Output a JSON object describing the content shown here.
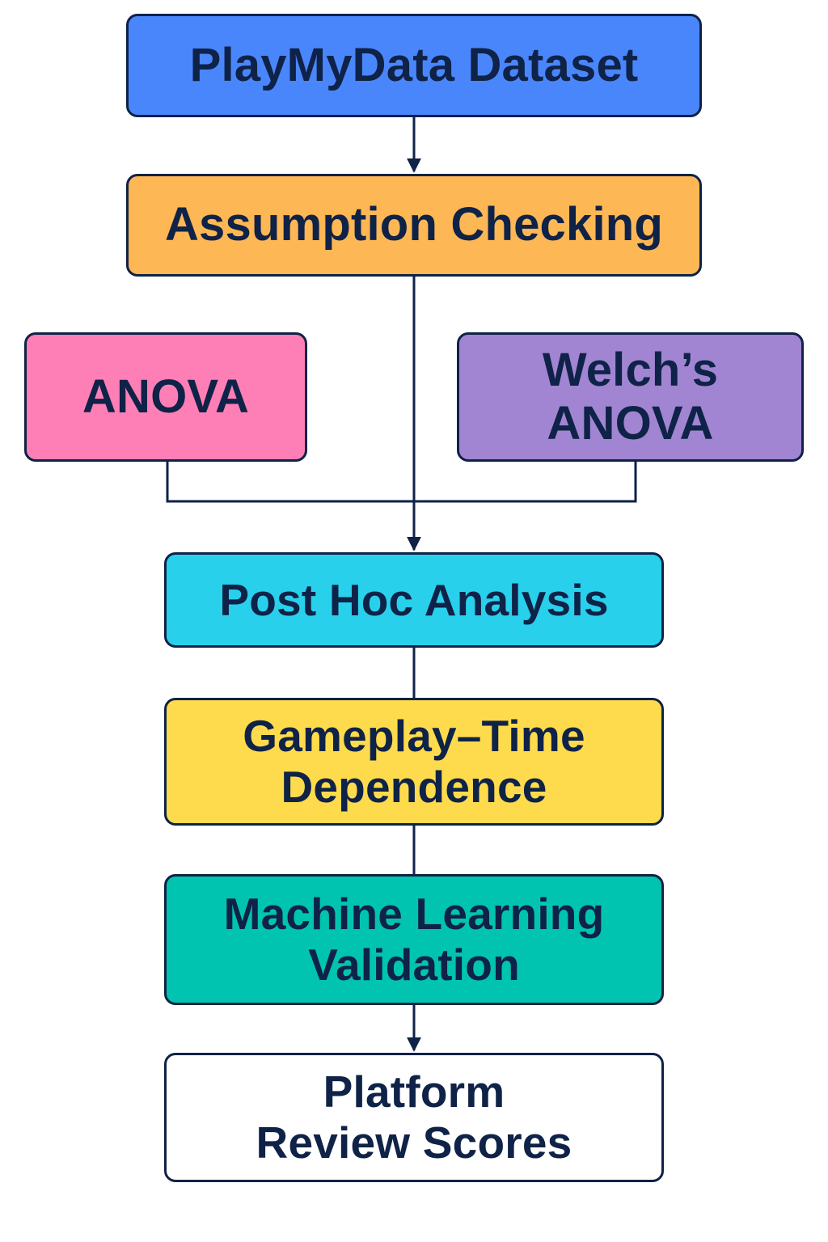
{
  "colors": {
    "stroke": "#0f2247",
    "text": "#0f2247",
    "dataset": "#4a86fb",
    "assumption": "#fdb755",
    "anova": "#fe7fb5",
    "welch": "#a185d2",
    "posthoc": "#29d0ec",
    "gameplay": "#fddb4c",
    "ml": "#00c4af",
    "platform": "#ffffff"
  },
  "nodes": {
    "dataset": {
      "lines": [
        "PlayMyData Dataset"
      ]
    },
    "assumption": {
      "lines": [
        "Assumption Checking"
      ]
    },
    "anova": {
      "lines": [
        "ANOVA"
      ]
    },
    "welch": {
      "lines": [
        "Welch’s",
        "ANOVA"
      ]
    },
    "posthoc": {
      "lines": [
        "Post Hoc Analysis"
      ]
    },
    "gameplay": {
      "lines": [
        "Gameplay–Time",
        "Dependence"
      ]
    },
    "ml": {
      "lines": [
        "Machine Learning",
        "Validation"
      ]
    },
    "platform": {
      "lines": [
        "Platform",
        "Review Scores"
      ]
    }
  }
}
